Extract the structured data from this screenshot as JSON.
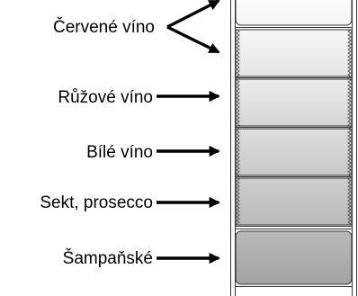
{
  "labels": {
    "cerveno": "Červené víno",
    "ruzove": "Růžové víno",
    "bile": "Bílé víno",
    "sekt": "Sekt, prosecco",
    "sampanske": "Šampaňské"
  }
}
